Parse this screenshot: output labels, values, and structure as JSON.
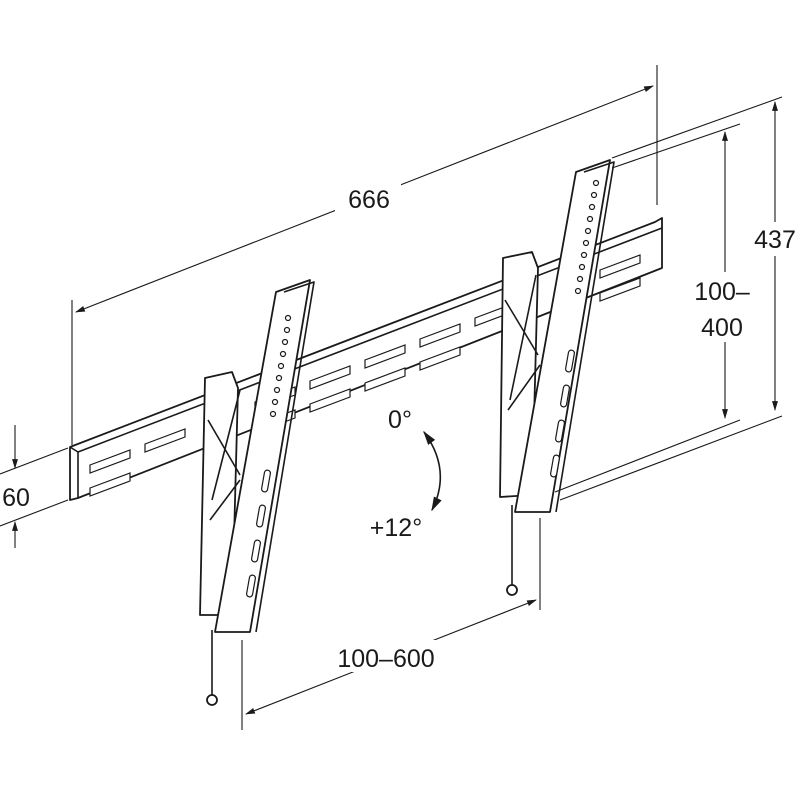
{
  "dimensions": {
    "width": "666",
    "height": "437",
    "vesa_vertical_line1": "100–",
    "vesa_vertical_line2": "400",
    "rail_height": "60",
    "vesa_horizontal": "100–600"
  },
  "tilt": {
    "min": "0°",
    "max": "+12°"
  }
}
